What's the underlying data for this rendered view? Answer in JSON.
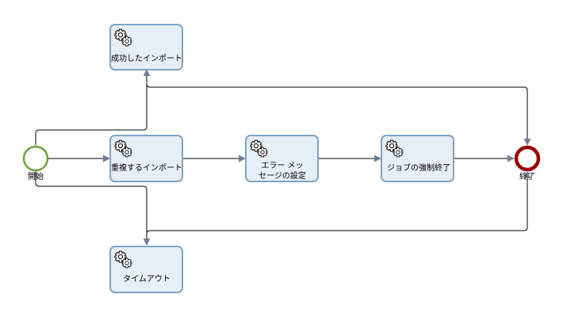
{
  "diagram": {
    "start_event": {
      "label": "開始",
      "color": "#6aa43a"
    },
    "end_event": {
      "label": "終了",
      "color": "#990000"
    },
    "tasks": {
      "success_import": {
        "label_lines": [
          "成功したインポート"
        ]
      },
      "duplicate_import": {
        "label_lines": [
          "重複するインポート"
        ]
      },
      "error_message": {
        "label_lines": [
          "エラー メッ",
          "セージの設定"
        ]
      },
      "force_end": {
        "label_lines": [
          "ジョブの強制終了"
        ]
      },
      "timeout": {
        "label_lines": [
          "タイムアウト"
        ]
      }
    },
    "colors": {
      "task_fill": "#e6eef6",
      "task_stroke": "#7ea5c6",
      "arrow_head": "#6f7f8f"
    },
    "icon": "gear-icon"
  }
}
